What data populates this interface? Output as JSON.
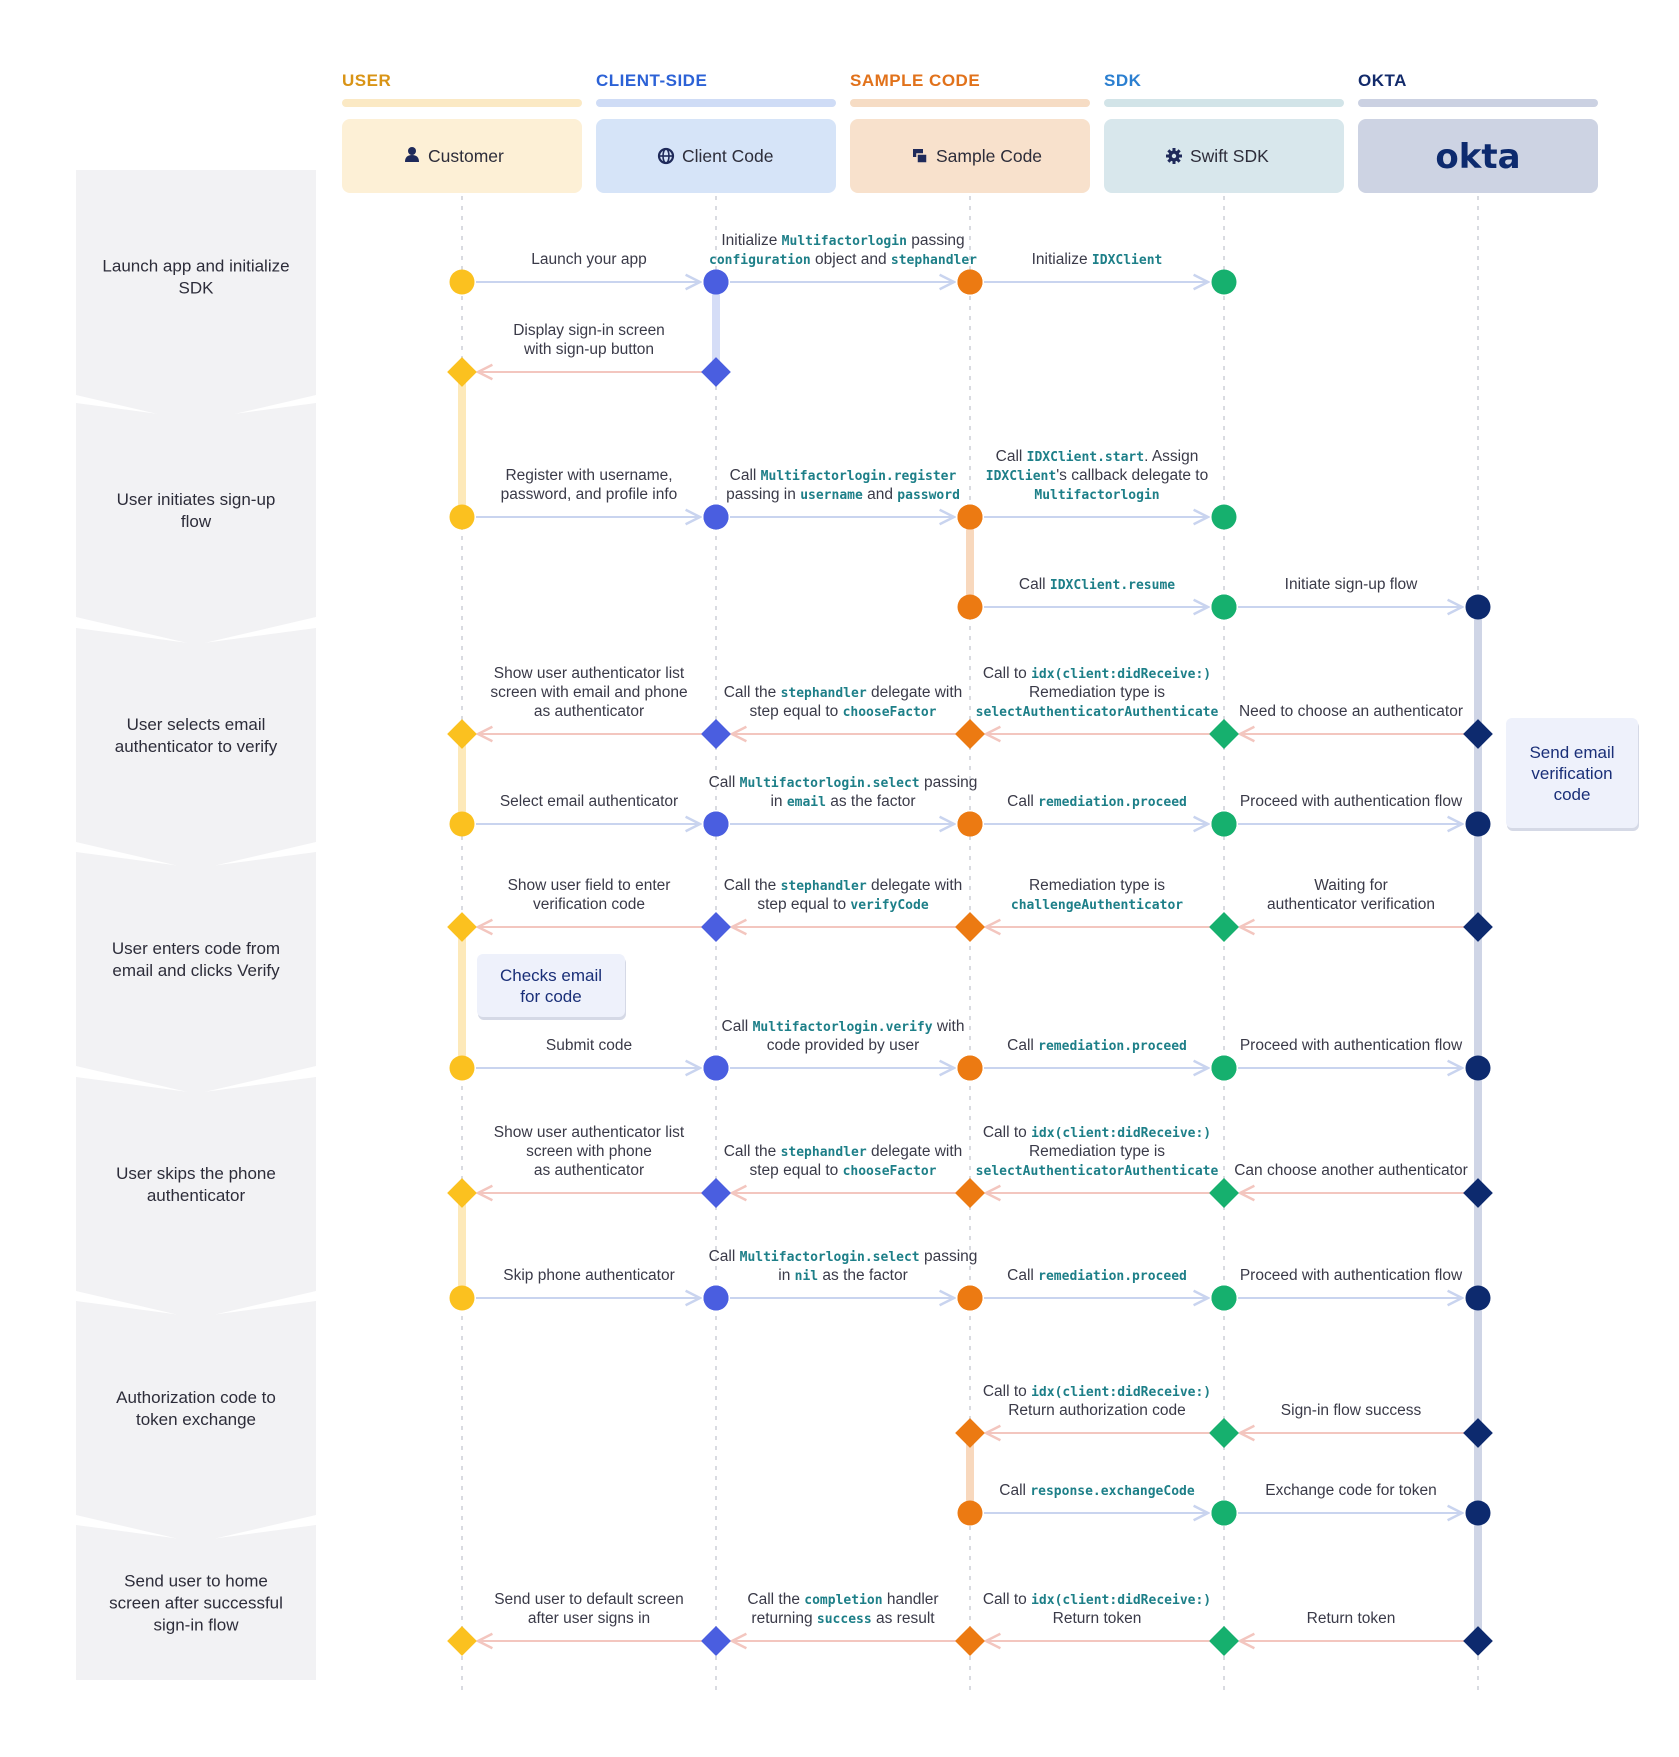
{
  "lanes": [
    {
      "key": "user",
      "header": "USER",
      "card": "Customer",
      "icon": "person-icon",
      "color": "#d99416",
      "card_bg": "#fdf0d6",
      "bar": "#fbe9c4",
      "node": "#fbc11f",
      "tint": "#fde9b9"
    },
    {
      "key": "client",
      "header": "CLIENT-SIDE",
      "card": "Client Code",
      "icon": "globe-icon",
      "color": "#2c62d6",
      "card_bg": "#d6e4f8",
      "bar": "#cfdcf6",
      "node": "#4a5ee0",
      "tint": "#d5ddf7"
    },
    {
      "key": "sample",
      "header": "SAMPLE CODE",
      "card": "Sample Code",
      "icon": "windows-icon",
      "color": "#e1721b",
      "card_bg": "#f8e1cc",
      "bar": "#f6dcc4",
      "node": "#ec7a12",
      "tint": "#f8d8bd"
    },
    {
      "key": "sdk",
      "header": "SDK",
      "card": "Swift SDK",
      "icon": "gear-icon",
      "color": "#2b7fd0",
      "card_bg": "#d8e7ec",
      "bar": "#d2e4e8",
      "node": "#16b06e",
      "tint": "#cfe9de"
    },
    {
      "key": "okta",
      "header": "OKTA",
      "card": "okta",
      "icon": "okta-logo",
      "color": "#132b6b",
      "card_bg": "#cdd3e3",
      "bar": "#cbd1e2",
      "node": "#0d2a6e",
      "tint": "#cfd5e6"
    }
  ],
  "phases": [
    {
      "lines": [
        "Launch app and initialize",
        "SDK"
      ]
    },
    {
      "lines": [
        "User initiates sign-up",
        "flow"
      ]
    },
    {
      "lines": [
        "User selects email",
        "authenticator to verify"
      ]
    },
    {
      "lines": [
        "User enters code from",
        "email and clicks Verify"
      ]
    },
    {
      "lines": [
        "User skips the phone",
        "authenticator"
      ]
    },
    {
      "lines": [
        "Authorization code to",
        "token exchange"
      ]
    },
    {
      "lines": [
        "Send user to home",
        "screen after successful",
        "sign-in flow"
      ]
    }
  ],
  "steps": [
    {
      "from": 0,
      "to": 1,
      "shape": "circle",
      "label": [
        [
          [
            "t",
            "Launch your app"
          ]
        ]
      ]
    },
    {
      "from": 1,
      "to": 2,
      "shape": "circle",
      "label": [
        [
          [
            "t",
            "Initialize "
          ],
          [
            "c",
            "Multifactorlogin"
          ],
          [
            "t",
            " passing"
          ]
        ],
        [
          [
            "c",
            "configuration"
          ],
          [
            "t",
            " object and "
          ],
          [
            "c",
            "stephandler"
          ]
        ]
      ]
    },
    {
      "from": 2,
      "to": 3,
      "shape": "circle",
      "label": [
        [
          [
            "t",
            "Initialize "
          ],
          [
            "c",
            "IDXClient"
          ]
        ]
      ]
    },
    {
      "from": 1,
      "to": 0,
      "shape": "diamond",
      "label": [
        [
          [
            "t",
            "Display sign-in screen"
          ]
        ],
        [
          [
            "t",
            "with sign-up button"
          ]
        ]
      ]
    },
    {
      "from": 0,
      "to": 1,
      "shape": "circle",
      "label": [
        [
          [
            "t",
            "Register with username,"
          ]
        ],
        [
          [
            "t",
            "password, and profile info"
          ]
        ]
      ]
    },
    {
      "from": 1,
      "to": 2,
      "shape": "circle",
      "label": [
        [
          [
            "t",
            "Call "
          ],
          [
            "c",
            "Multifactorlogin.register"
          ]
        ],
        [
          [
            "t",
            "passing in "
          ],
          [
            "c",
            "username"
          ],
          [
            "t",
            " and "
          ],
          [
            "c",
            "password"
          ]
        ]
      ]
    },
    {
      "from": 2,
      "to": 3,
      "shape": "circle",
      "label": [
        [
          [
            "t",
            "Call "
          ],
          [
            "c",
            "IDXClient.start"
          ],
          [
            "t",
            ". Assign"
          ]
        ],
        [
          [
            "c",
            "IDXClient"
          ],
          [
            "t",
            "'s callback delegate to"
          ]
        ],
        [
          [
            "c",
            "Multifactorlogin"
          ]
        ]
      ]
    },
    {
      "from": 2,
      "to": 3,
      "shape": "circle",
      "label": [
        [
          [
            "t",
            "Call "
          ],
          [
            "c",
            "IDXClient.resume"
          ]
        ]
      ]
    },
    {
      "from": 3,
      "to": 4,
      "shape": "circle",
      "label": [
        [
          [
            "t",
            "Initiate sign-up flow"
          ]
        ]
      ]
    },
    {
      "from": 4,
      "to": 3,
      "shape": "diamond",
      "label": [
        [
          [
            "t",
            "Need to choose an authenticator"
          ]
        ]
      ]
    },
    {
      "from": 3,
      "to": 2,
      "shape": "diamond",
      "label": [
        [
          [
            "t",
            "Call to "
          ],
          [
            "c",
            "idx(client:didReceive:)"
          ]
        ],
        [
          [
            "t",
            "Remediation type is"
          ]
        ],
        [
          [
            "c",
            "selectAuthenticatorAuthenticate"
          ]
        ]
      ]
    },
    {
      "from": 2,
      "to": 1,
      "shape": "diamond",
      "label": [
        [
          [
            "t",
            "Call the "
          ],
          [
            "c",
            "stephandler"
          ],
          [
            "t",
            " delegate with"
          ]
        ],
        [
          [
            "t",
            "step equal to "
          ],
          [
            "c",
            "chooseFactor"
          ]
        ]
      ]
    },
    {
      "from": 1,
      "to": 0,
      "shape": "diamond",
      "label": [
        [
          [
            "t",
            "Show user authenticator list"
          ]
        ],
        [
          [
            "t",
            "screen with email and phone"
          ]
        ],
        [
          [
            "t",
            "as authenticator"
          ]
        ]
      ]
    },
    {
      "from": 0,
      "to": 1,
      "shape": "circle",
      "label": [
        [
          [
            "t",
            "Select email authenticator"
          ]
        ]
      ]
    },
    {
      "from": 1,
      "to": 2,
      "shape": "circle",
      "label": [
        [
          [
            "t",
            "Call "
          ],
          [
            "c",
            "Multifactorlogin.select"
          ],
          [
            "t",
            " passing"
          ]
        ],
        [
          [
            "t",
            "in "
          ],
          [
            "c",
            "email"
          ],
          [
            "t",
            " as the factor"
          ]
        ]
      ]
    },
    {
      "from": 2,
      "to": 3,
      "shape": "circle",
      "label": [
        [
          [
            "t",
            "Call "
          ],
          [
            "c",
            "remediation.proceed"
          ]
        ]
      ]
    },
    {
      "from": 3,
      "to": 4,
      "shape": "circle",
      "label": [
        [
          [
            "t",
            "Proceed with authentication flow"
          ]
        ]
      ]
    },
    {
      "from": 4,
      "to": 3,
      "shape": "diamond",
      "label": [
        [
          [
            "t",
            "Waiting for"
          ]
        ],
        [
          [
            "t",
            "authenticator verification"
          ]
        ]
      ]
    },
    {
      "from": 3,
      "to": 2,
      "shape": "diamond",
      "label": [
        [
          [
            "t",
            "Remediation type is"
          ]
        ],
        [
          [
            "c",
            "challengeAuthenticator"
          ]
        ]
      ]
    },
    {
      "from": 2,
      "to": 1,
      "shape": "diamond",
      "label": [
        [
          [
            "t",
            "Call the "
          ],
          [
            "c",
            "stephandler"
          ],
          [
            "t",
            " delegate with"
          ]
        ],
        [
          [
            "t",
            "step equal to "
          ],
          [
            "c",
            "verifyCode"
          ]
        ]
      ]
    },
    {
      "from": 1,
      "to": 0,
      "shape": "diamond",
      "label": [
        [
          [
            "t",
            "Show user field to enter"
          ]
        ],
        [
          [
            "t",
            "verification code"
          ]
        ]
      ]
    },
    {
      "from": 0,
      "to": 1,
      "shape": "circle",
      "label": [
        [
          [
            "t",
            "Submit code"
          ]
        ]
      ]
    },
    {
      "from": 1,
      "to": 2,
      "shape": "circle",
      "label": [
        [
          [
            "t",
            "Call "
          ],
          [
            "c",
            "Multifactorlogin.verify"
          ],
          [
            "t",
            " with"
          ]
        ],
        [
          [
            "t",
            "code provided by user"
          ]
        ]
      ]
    },
    {
      "from": 2,
      "to": 3,
      "shape": "circle",
      "label": [
        [
          [
            "t",
            "Call "
          ],
          [
            "c",
            "remediation.proceed"
          ]
        ]
      ]
    },
    {
      "from": 3,
      "to": 4,
      "shape": "circle",
      "label": [
        [
          [
            "t",
            "Proceed with authentication flow"
          ]
        ]
      ]
    },
    {
      "from": 4,
      "to": 3,
      "shape": "diamond",
      "label": [
        [
          [
            "t",
            "Can choose another authenticator"
          ]
        ]
      ]
    },
    {
      "from": 3,
      "to": 2,
      "shape": "diamond",
      "label": [
        [
          [
            "t",
            "Call to "
          ],
          [
            "c",
            "idx(client:didReceive:)"
          ]
        ],
        [
          [
            "t",
            "Remediation type is"
          ]
        ],
        [
          [
            "c",
            "selectAuthenticatorAuthenticate"
          ]
        ]
      ]
    },
    {
      "from": 2,
      "to": 1,
      "shape": "diamond",
      "label": [
        [
          [
            "t",
            "Call the "
          ],
          [
            "c",
            "stephandler"
          ],
          [
            "t",
            " delegate with"
          ]
        ],
        [
          [
            "t",
            "step equal to "
          ],
          [
            "c",
            "chooseFactor"
          ]
        ]
      ]
    },
    {
      "from": 1,
      "to": 0,
      "shape": "diamond",
      "label": [
        [
          [
            "t",
            "Show user authenticator list"
          ]
        ],
        [
          [
            "t",
            "screen with phone"
          ]
        ],
        [
          [
            "t",
            "as authenticator"
          ]
        ]
      ]
    },
    {
      "from": 0,
      "to": 1,
      "shape": "circle",
      "label": [
        [
          [
            "t",
            "Skip phone authenticator"
          ]
        ]
      ]
    },
    {
      "from": 1,
      "to": 2,
      "shape": "circle",
      "label": [
        [
          [
            "t",
            "Call "
          ],
          [
            "c",
            "Multifactorlogin.select"
          ],
          [
            "t",
            " passing"
          ]
        ],
        [
          [
            "t",
            "in "
          ],
          [
            "c",
            "nil"
          ],
          [
            "t",
            " as the factor"
          ]
        ]
      ]
    },
    {
      "from": 2,
      "to": 3,
      "shape": "circle",
      "label": [
        [
          [
            "t",
            "Call "
          ],
          [
            "c",
            "remediation.proceed"
          ]
        ]
      ]
    },
    {
      "from": 3,
      "to": 4,
      "shape": "circle",
      "label": [
        [
          [
            "t",
            "Proceed with authentication flow"
          ]
        ]
      ]
    },
    {
      "from": 4,
      "to": 3,
      "shape": "diamond",
      "label": [
        [
          [
            "t",
            "Sign-in flow success"
          ]
        ]
      ]
    },
    {
      "from": 3,
      "to": 2,
      "shape": "diamond",
      "label": [
        [
          [
            "t",
            "Call to "
          ],
          [
            "c",
            "idx(client:didReceive:)"
          ]
        ],
        [
          [
            "t",
            "Return authorization code"
          ]
        ]
      ]
    },
    {
      "from": 2,
      "to": 3,
      "shape": "circle",
      "label": [
        [
          [
            "t",
            "Call "
          ],
          [
            "c",
            "response.exchangeCode"
          ]
        ]
      ]
    },
    {
      "from": 3,
      "to": 4,
      "shape": "circle",
      "label": [
        [
          [
            "t",
            "Exchange code for token"
          ]
        ]
      ]
    },
    {
      "from": 4,
      "to": 3,
      "shape": "diamond",
      "label": [
        [
          [
            "t",
            "Return token"
          ]
        ]
      ]
    },
    {
      "from": 3,
      "to": 2,
      "shape": "diamond",
      "label": [
        [
          [
            "t",
            "Call to "
          ],
          [
            "c",
            "idx(client:didReceive:)"
          ]
        ],
        [
          [
            "t",
            "Return token"
          ]
        ]
      ]
    },
    {
      "from": 2,
      "to": 1,
      "shape": "diamond",
      "label": [
        [
          [
            "t",
            "Call the "
          ],
          [
            "c",
            "completion"
          ],
          [
            "t",
            " handler"
          ]
        ],
        [
          [
            "t",
            "returning "
          ],
          [
            "c",
            "success"
          ],
          [
            "t",
            " as result"
          ]
        ]
      ]
    },
    {
      "from": 1,
      "to": 0,
      "shape": "diamond",
      "label": [
        [
          [
            "t",
            "Send user to default screen"
          ]
        ],
        [
          [
            "t",
            "after user signs in"
          ]
        ]
      ]
    }
  ],
  "notes": [
    {
      "lines": [
        "Send email",
        "verification",
        "code"
      ]
    },
    {
      "lines": [
        "Checks email",
        "for code"
      ]
    }
  ]
}
